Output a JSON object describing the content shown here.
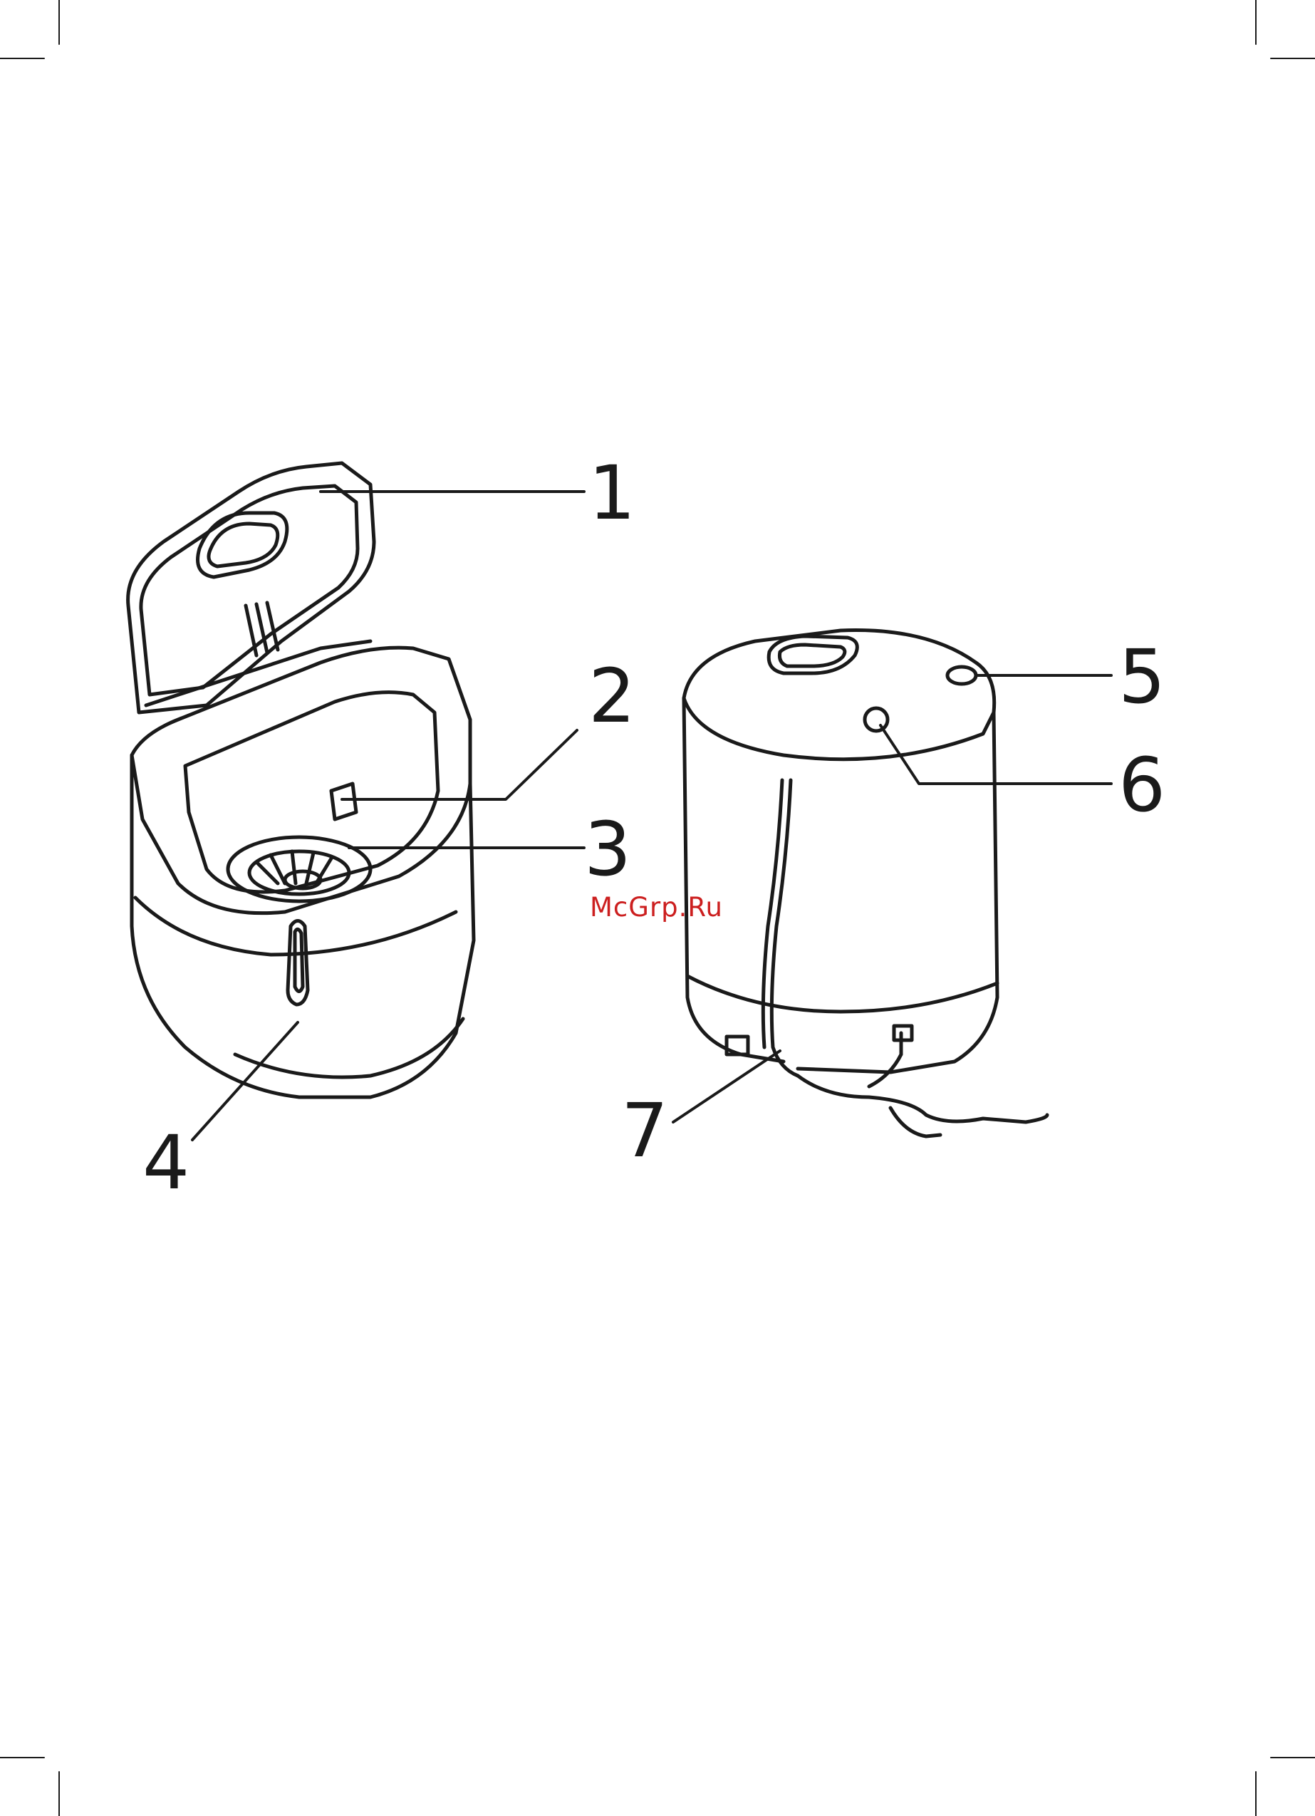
{
  "callouts": {
    "c1": "1",
    "c2": "2",
    "c3": "3",
    "c4": "4",
    "c5": "5",
    "c6": "6",
    "c7": "7"
  },
  "watermark": "McGrp.Ru",
  "colors": {
    "line": "#1a1a1a",
    "watermark": "#cc1f1f",
    "background": "#ffffff"
  }
}
